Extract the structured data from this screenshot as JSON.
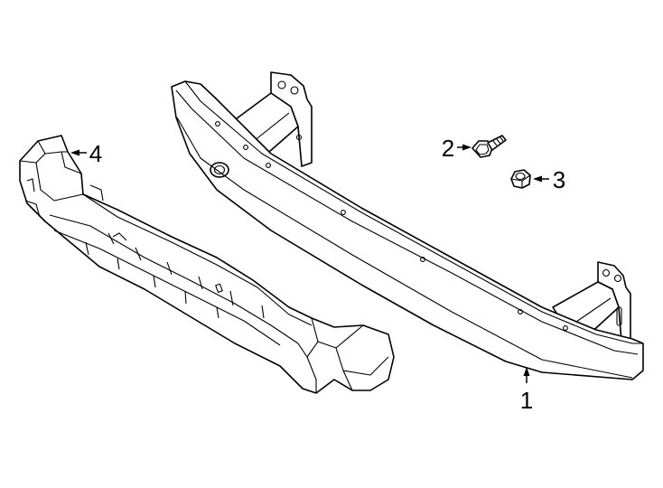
{
  "callouts": [
    {
      "label": "1",
      "part": "bumper-reinforcement-beam"
    },
    {
      "label": "2",
      "part": "bolt"
    },
    {
      "label": "3",
      "part": "nut"
    },
    {
      "label": "4",
      "part": "energy-absorber"
    }
  ]
}
